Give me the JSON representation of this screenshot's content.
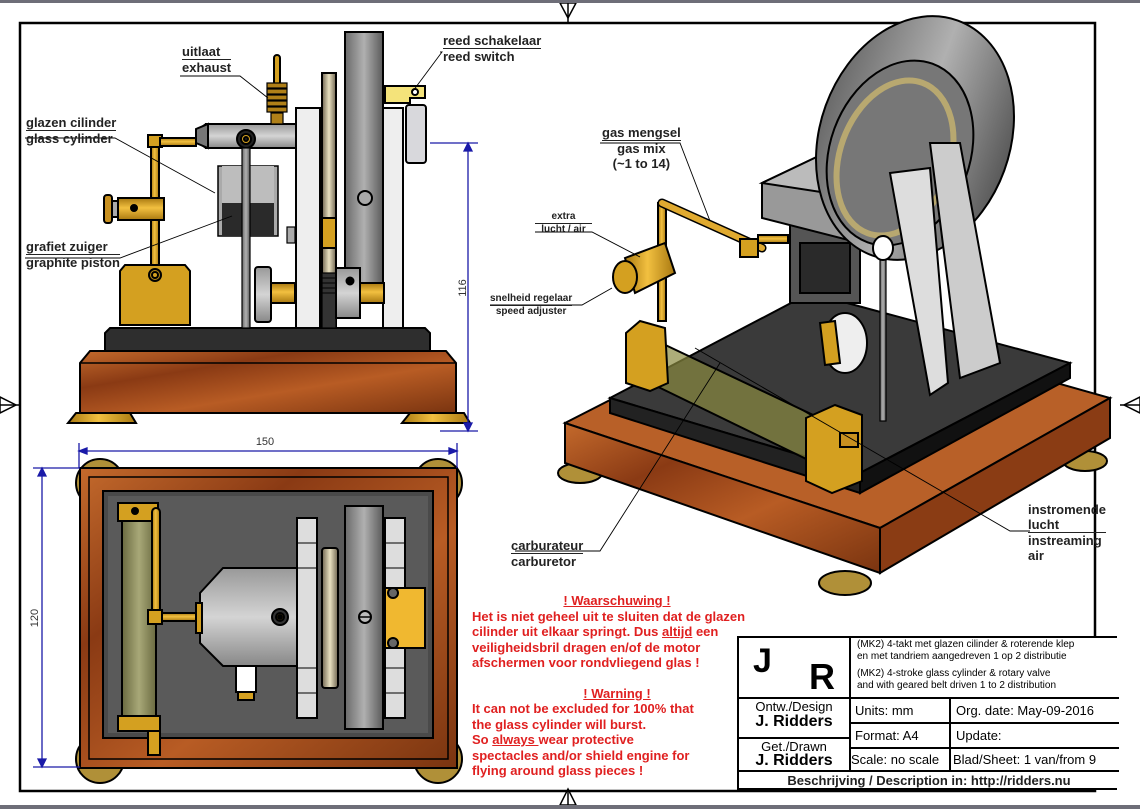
{
  "labels": {
    "exhaust": [
      "uitlaat",
      "exhaust"
    ],
    "reed_switch": [
      "reed schakelaar",
      "reed switch"
    ],
    "glass_cylinder": [
      "glazen cilinder",
      "glass cylinder"
    ],
    "graphite_piston": [
      "grafiet zuiger",
      "graphite piston"
    ],
    "gas_mix": [
      "gas mengsel",
      "gas mix",
      "(~1 to 14)"
    ],
    "extra_air": [
      "extra",
      "lucht / air"
    ],
    "speed_adjuster": [
      "snelheid regelaar",
      "speed adjuster"
    ],
    "carburetor": [
      "carburateur",
      "carburetor"
    ],
    "instreaming_air": [
      "instromende",
      "lucht",
      "instreaming",
      "air"
    ]
  },
  "dimensions": {
    "height": "116",
    "width": "150",
    "depth": "120"
  },
  "warning": {
    "nl_title": "! Waarschuwing !",
    "nl_1": "Het is niet geheel uit te sluiten dat de glazen",
    "nl_2a": "cilinder uit elkaar springt. Dus ",
    "nl_2b": "altijd",
    "nl_2c": " een",
    "nl_3": "veiligheidsbril dragen en/of de motor",
    "nl_4": "afschermen voor rondvliegend glas !",
    "en_title": "! Warning !",
    "en_1": "It can not be excluded for 100% that",
    "en_2": "the glass cylinder will burst.",
    "en_3a": "So ",
    "en_3b": "always ",
    "en_3c": "wear protective",
    "en_4": "spectacles and/or shield engine for",
    "en_5": "flying around glass pieces !"
  },
  "title_block": {
    "logo_j": "J",
    "logo_r": "R",
    "desc_nl_1": "(MK2) 4-takt met glazen cilinder & roterende klep",
    "desc_nl_2": "en met tandriem aangedreven 1 op 2 distributie",
    "desc_en_1": "(MK2) 4-stroke glass cylinder & rotary valve",
    "desc_en_2": "and with geared belt driven 1 to 2 distribution",
    "design_label": "Ontw./Design",
    "design_name": "J. Ridders",
    "drawn_label": "Get./Drawn",
    "drawn_name": "J. Ridders",
    "units": "Units: mm",
    "format": "Format: A4",
    "scale": "Scale: no scale",
    "org_date": "Org. date: May-09-2016",
    "update": "Update:",
    "sheet": "Blad/Sheet: 1 van/from 9",
    "description": "Beschrijving / Description in:  http://ridders.nu"
  },
  "colors": {
    "warning_red": "#e02020",
    "dimension_blue": "#1a1aa8",
    "brass": "#d4a020",
    "wood": "#a5501c"
  }
}
